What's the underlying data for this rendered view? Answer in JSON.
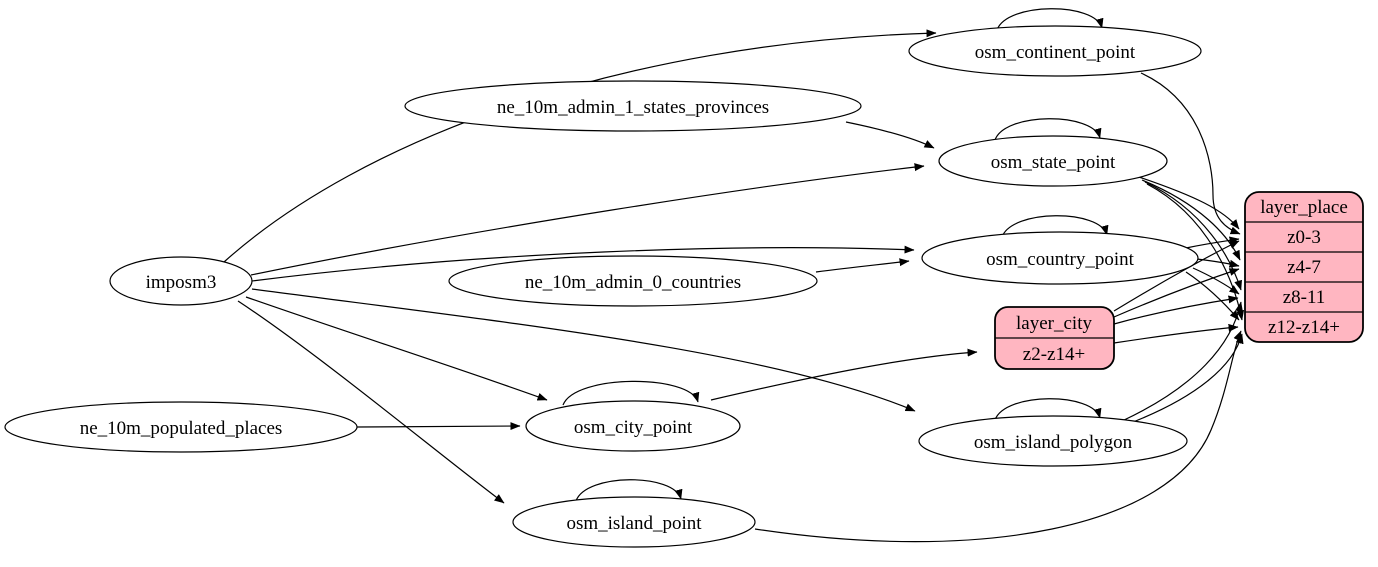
{
  "diagram": {
    "type": "etl-dataflow-graph",
    "colors": {
      "background": "#ffffff",
      "table_fill": "#ffffff",
      "layer_fill": "#ffb6c1",
      "stroke": "#000000"
    },
    "tables": {
      "imposm3": "imposm3",
      "ne_10m_admin_1_states_provinces": "ne_10m_admin_1_states_provinces",
      "ne_10m_admin_0_countries": "ne_10m_admin_0_countries",
      "ne_10m_populated_places": "ne_10m_populated_places",
      "osm_continent_point": "osm_continent_point",
      "osm_state_point": "osm_state_point",
      "osm_country_point": "osm_country_point",
      "osm_city_point": "osm_city_point",
      "osm_island_polygon": "osm_island_polygon",
      "osm_island_point": "osm_island_point"
    },
    "layers": {
      "layer_place": {
        "title": "layer_place",
        "rows": [
          "z0-3",
          "z4-7",
          "z8-11",
          "z12-z14+"
        ]
      },
      "layer_city": {
        "title": "layer_city",
        "rows": [
          "z2-z14+"
        ]
      }
    },
    "edges": [
      "imposm3 -> osm_continent_point",
      "imposm3 -> osm_state_point",
      "imposm3 -> osm_country_point",
      "imposm3 -> osm_city_point",
      "imposm3 -> osm_island_point",
      "imposm3 -> osm_island_polygon",
      "ne_10m_admin_1_states_provinces -> osm_state_point",
      "ne_10m_admin_0_countries -> osm_country_point",
      "ne_10m_populated_places -> osm_city_point",
      "osm_continent_point -> osm_continent_point",
      "osm_state_point -> osm_state_point",
      "osm_country_point -> osm_country_point",
      "osm_city_point -> osm_city_point",
      "osm_island_polygon -> osm_island_polygon",
      "osm_island_point -> osm_island_point",
      "osm_continent_point -> layer_place:z0-3",
      "osm_state_point -> layer_place:z0-3",
      "osm_state_point -> layer_place:z4-7",
      "osm_state_point -> layer_place:z8-11",
      "osm_state_point -> layer_place:z12-z14+",
      "osm_country_point -> layer_place:z0-3",
      "osm_country_point -> layer_place:z4-7",
      "osm_country_point -> layer_place:z8-11",
      "osm_country_point -> layer_place:z12-z14+",
      "osm_city_point -> layer_city:z2-z14+",
      "layer_city:z2-z14+ -> layer_place:z0-3",
      "layer_city:z2-z14+ -> layer_place:z4-7",
      "layer_city:z2-z14+ -> layer_place:z8-11",
      "layer_city:z2-z14+ -> layer_place:z12-z14+",
      "osm_island_polygon -> layer_place:z8-11",
      "osm_island_polygon -> layer_place:z12-z14+",
      "osm_island_point -> layer_place:z12-z14+"
    ]
  }
}
